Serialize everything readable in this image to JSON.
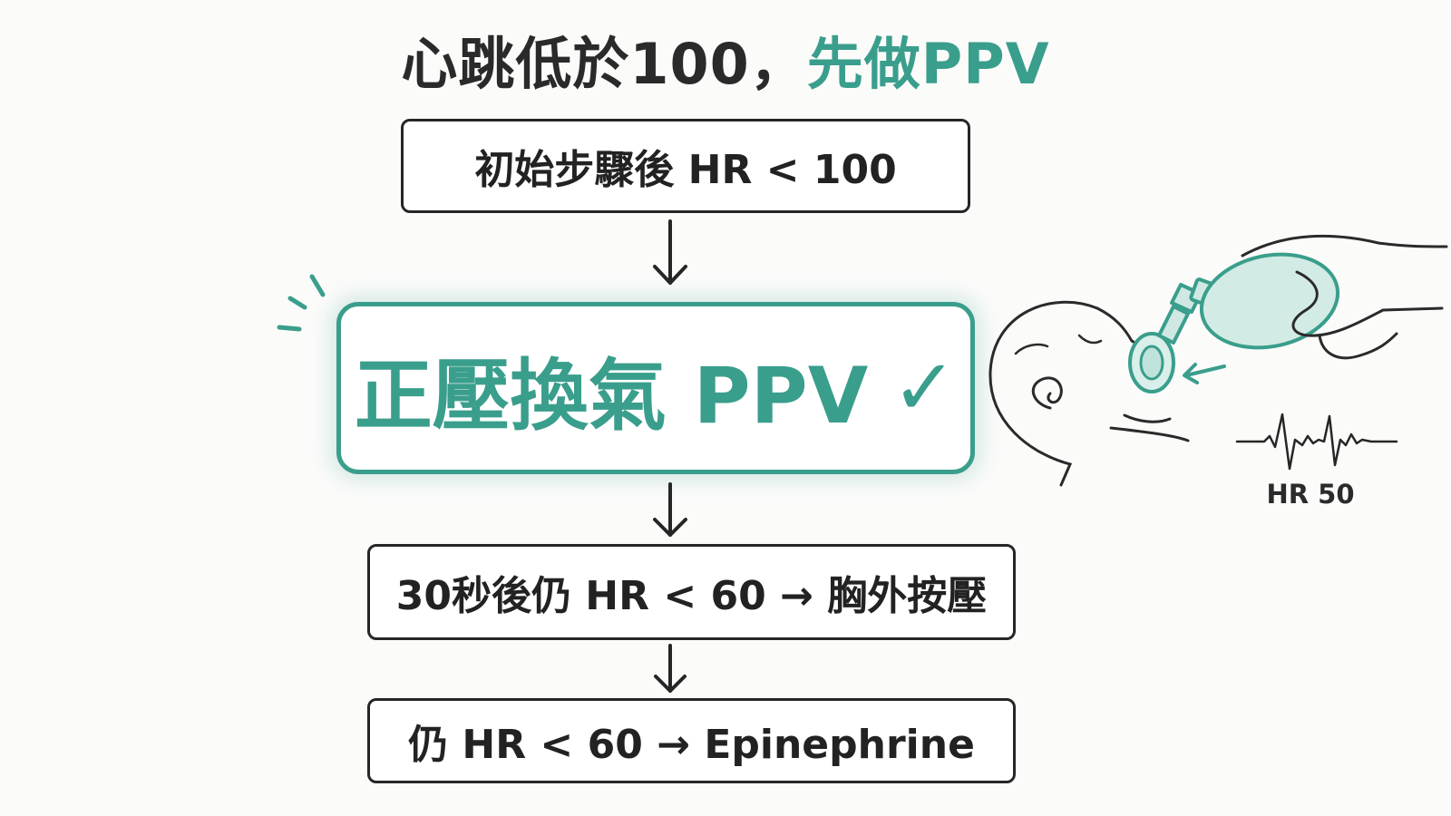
{
  "title": {
    "part1": "心跳低於100，",
    "part2": "先做PPV"
  },
  "steps": [
    {
      "text": "初始步驟後 HR < 100"
    },
    {
      "text": "正壓換氣 PPV",
      "check": "✓"
    },
    {
      "text": "30秒後仍 HR < 60 → 胸外按壓"
    },
    {
      "text": "仍 HR < 60 → Epinephrine"
    }
  ],
  "illustration": {
    "hr_label": "HR 50"
  },
  "colors": {
    "accent": "#3a9e8c",
    "text": "#222222",
    "background": "#fbfbfa"
  },
  "icons": {
    "arrow": "arrow-down-icon",
    "check": "check-icon",
    "emphasis": "emphasis-lines-icon",
    "infant": "infant-ppv-illustration",
    "ecg": "ecg-waveform-icon"
  }
}
